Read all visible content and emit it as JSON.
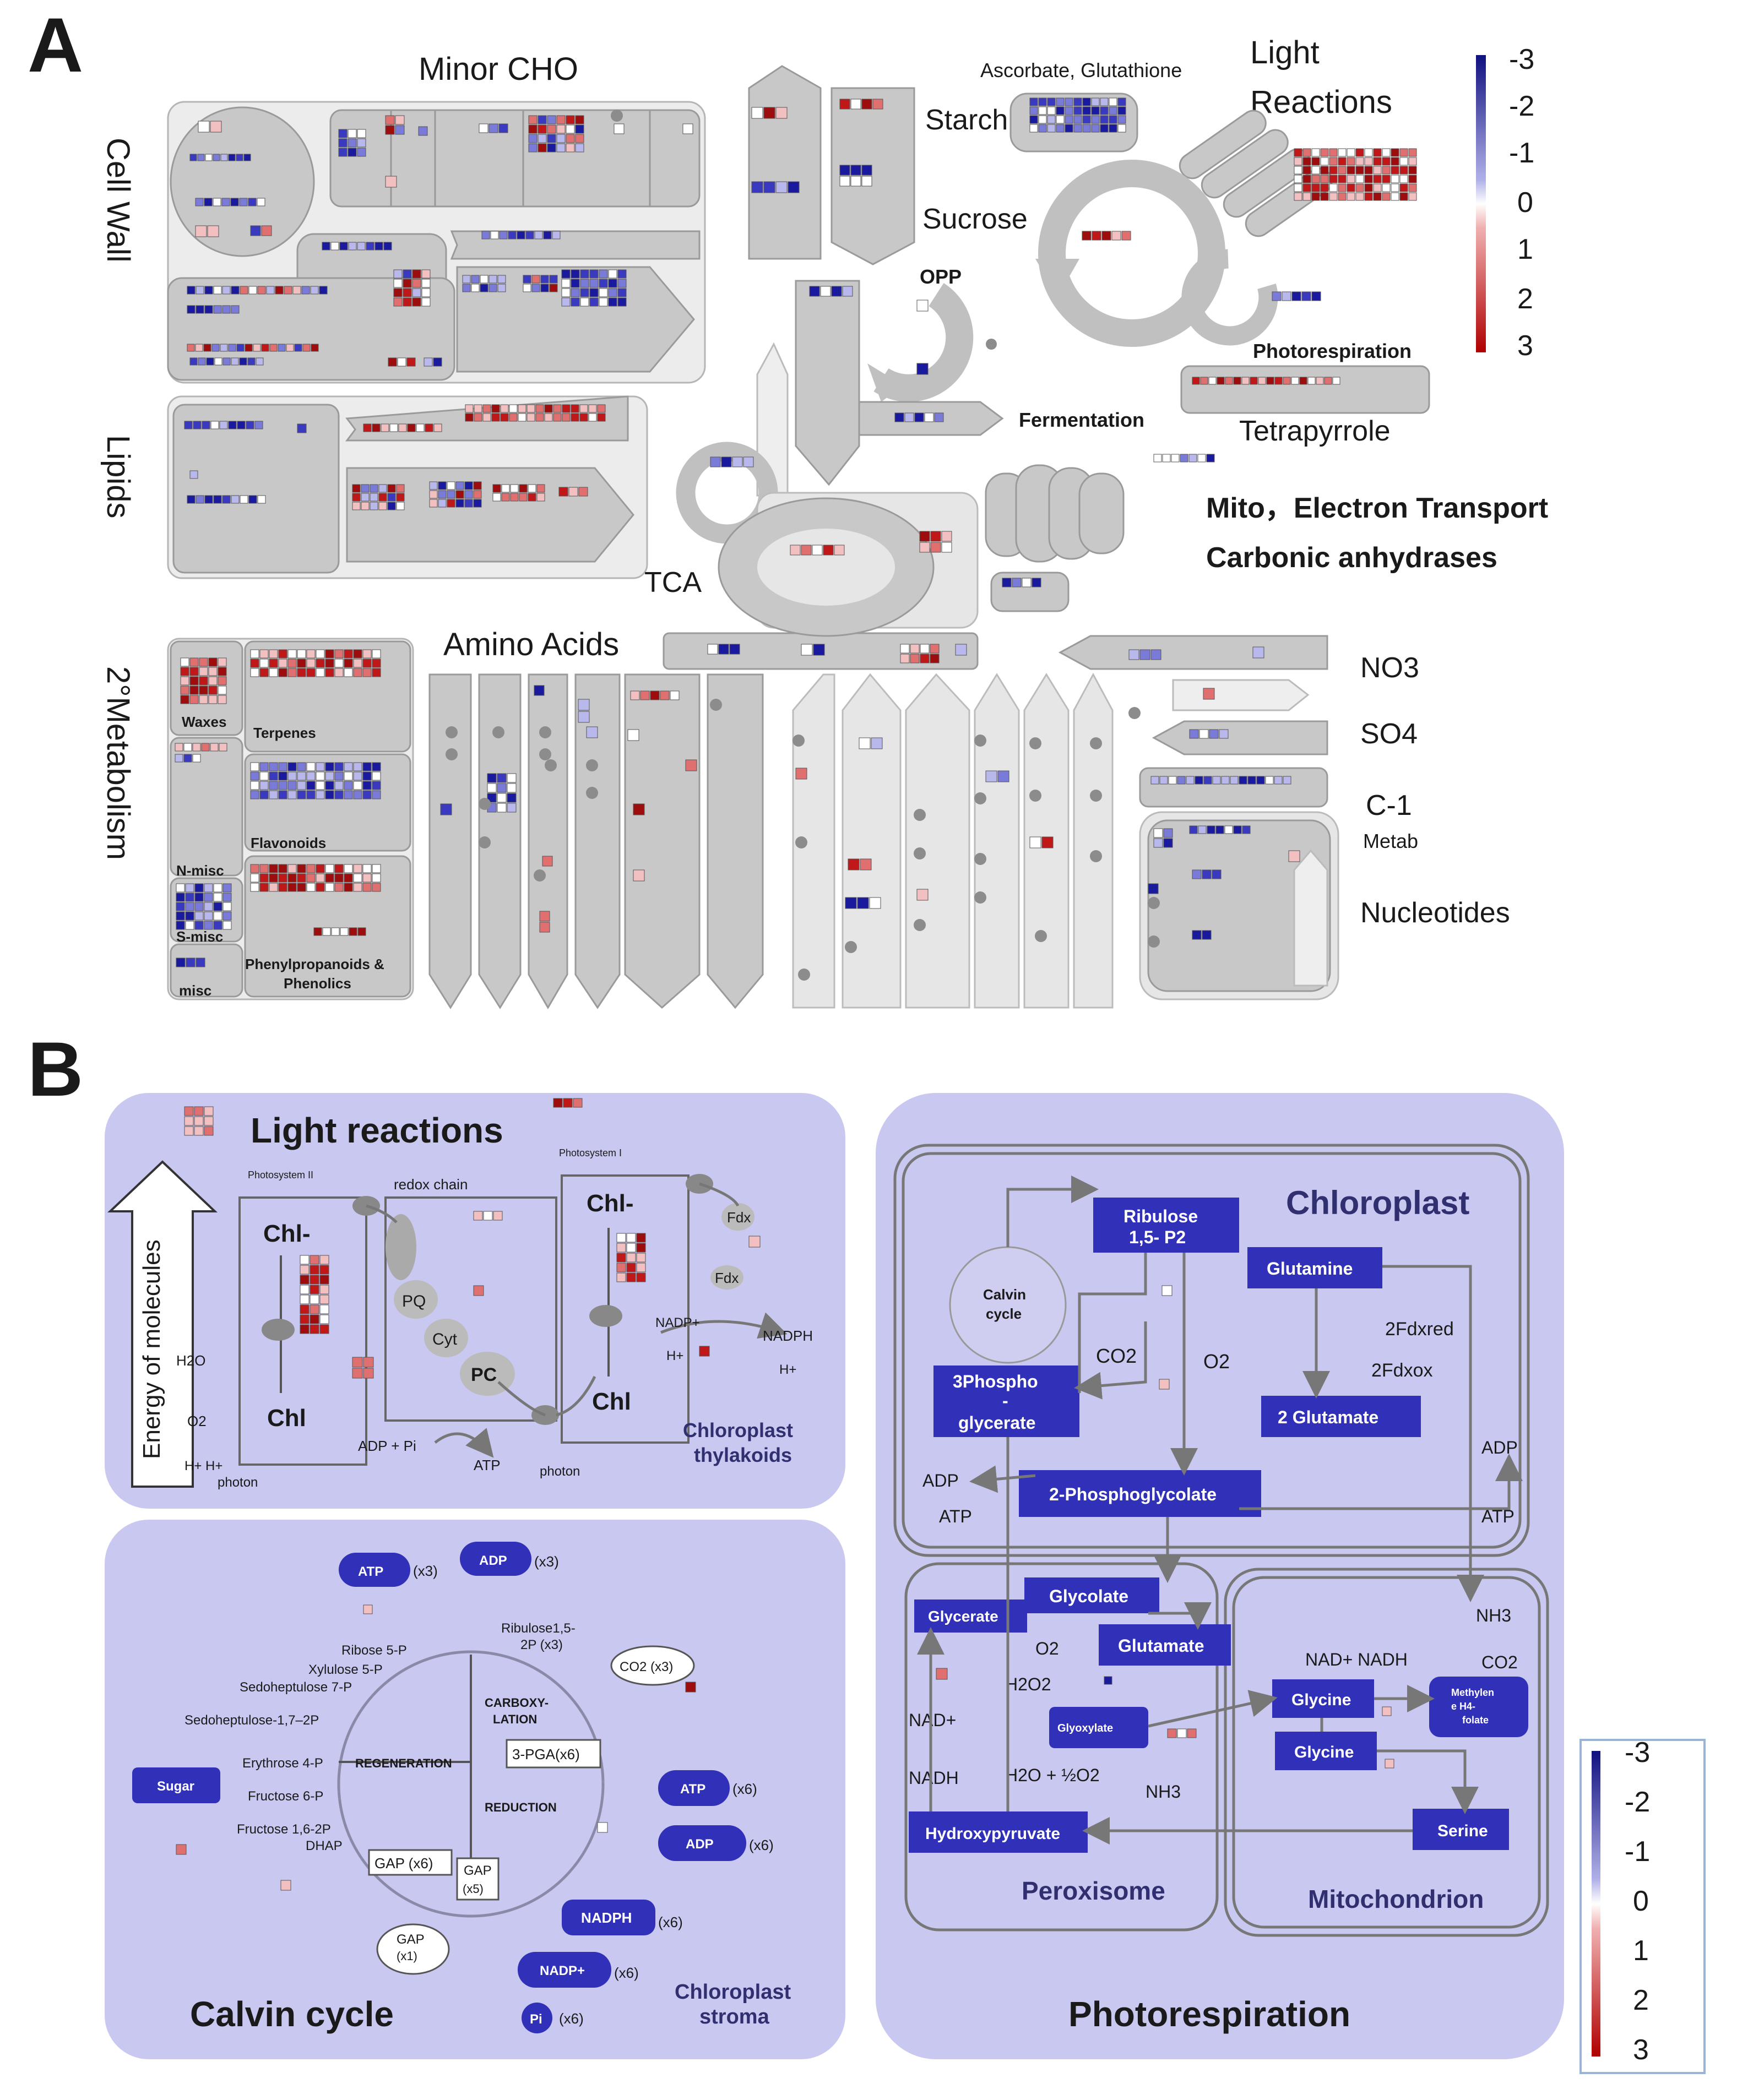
{
  "panels": {
    "a_letter": "A",
    "b_letter": "B"
  },
  "panelA": {
    "labels": {
      "minor_cho": "Minor CHO",
      "cell_wall": "Cell Wall",
      "lipids": "Lipids",
      "secondary_metabolism": "2°Metabolism",
      "amino_acids": "Amino Acids",
      "starch": "Starch",
      "sucrose": "Sucrose",
      "opp": "OPP",
      "ascorbate": "Ascorbate,  Glutathione",
      "light_reactions_1": "Light",
      "light_reactions_2": "Reactions",
      "photorespiration": "Photorespiration",
      "tetrapyrrole": "Tetrapyrrole",
      "fermentation": "Fermentation",
      "mito": "Mito，Electron Transport",
      "carbonic": "Carbonic anhydrases",
      "tca": "TCA",
      "no3": "NO3",
      "so4": "SO4",
      "c1": "C-1",
      "metab": "Metab",
      "nucleotides": "Nucleotides",
      "waxes": "Waxes",
      "terpenes": "Terpenes",
      "n_misc": "N-misc",
      "flavonoids": "Flavonoids",
      "s_misc": "S-misc",
      "misc": "misc",
      "phenyl_1": "Phenylpropanoids &",
      "phenyl_2": "Phenolics"
    },
    "legend_ticks": [
      "-3",
      "-2",
      "-1",
      "0",
      "1",
      "2",
      "3"
    ]
  },
  "panelB": {
    "light": {
      "title": "Light reactions",
      "energy": "Energy of molecules",
      "ps2": "Photosystem II",
      "ps1": "Photosystem I",
      "redox": "redox chain",
      "chl1": "Chl-",
      "chl2": "Chl",
      "chl3": "Chl-",
      "chl4": "Chl",
      "pq": "PQ",
      "cyt": "Cyt",
      "pc": "PC",
      "fdx1": "Fdx",
      "fdx2": "Fdx",
      "h2o": "H2O",
      "o2": "O2",
      "hplus": "H+  H+",
      "photon1": "photon",
      "photon2": "photon",
      "adp": "ADP + Pi",
      "atp": "ATP",
      "nadp": "NADP+",
      "nadph": "NADPH",
      "h1": "H+",
      "h2": "H+",
      "thylakoids_1": "Chloroplast",
      "thylakoids_2": "thylakoids"
    },
    "calvin": {
      "title": "Calvin cycle",
      "atp_top": "ATP",
      "x3a": "(x3)",
      "adp_top": "ADP",
      "x3b": "(x3)",
      "ribose5p": "Ribose 5-P",
      "xylulose": "Xylulose 5-P",
      "sedo7p": "Sedoheptulose 7-P",
      "sedo17": "Sedoheptulose-1,7–2P",
      "erythrose": "Erythrose 4-P",
      "fructose6p": "Fructose 6-P",
      "fructose16": "Fructose 1,6-2P",
      "dhap": "DHAP",
      "sugar": "Sugar",
      "regeneration": "REGENERATION",
      "carboxy_1": "CARBOXY-",
      "carboxy_2": "LATION",
      "reduction": "REDUCTION",
      "ribulose_1": "Ribulose1,5-",
      "ribulose_2": "2P (x3)",
      "co2": "CO2 (x3)",
      "pga": "3-PGA(x6)",
      "gap6": "GAP (x6)",
      "gap_box_1": "GAP",
      "gap_box_2": "(x5)",
      "gap1_1": "GAP",
      "gap1_2": "(x1)",
      "atp_r": "ATP",
      "x6a": "(x6)",
      "adp_r": "ADP",
      "x6b": "(x6)",
      "nadph": "NADPH",
      "x6c": "(x6)",
      "nadp": "NADP+",
      "x6d": "(x6)",
      "pi": "Pi",
      "x6e": "(x6)",
      "stroma_1": "Chloroplast",
      "stroma_2": "stroma"
    },
    "photo": {
      "title": "Photorespiration",
      "chloroplast": "Chloroplast",
      "ribulose_1": "Ribulose",
      "ribulose_2": "1,5- P2",
      "calvin_1": "Calvin",
      "calvin_2": "cycle",
      "glutamine": "Glutamine",
      "fdx_red": "2Fdxred",
      "fdx_ox": "2Fdxox",
      "co2": "CO2",
      "o2": "O2",
      "pga_1": "3Phospho",
      "pga_2": "-",
      "pga_3": "glycerate",
      "glutamate2": "2 Glutamate",
      "adp_l": "ADP",
      "atp_l": "ATP",
      "adp_r": "ADP",
      "atp_r": "ATP",
      "phosphoglycolate": "2-Phosphoglycolate",
      "glycolate": "Glycolate",
      "glycerate": "Glycerate",
      "glutamate": "Glutamate",
      "o2b": "O2",
      "h2o2": "H2O2",
      "glyoxylate": "Glyoxylate",
      "nadplus": "NAD+",
      "nadh": "NADH",
      "h2o_o2": "H2O + ½O2",
      "nh3_1": "NH3",
      "nh3_2": "NH3",
      "hydroxypyruvate": "Hydroxypyruvate",
      "nad_nadh": "NAD+ NADH",
      "co2b": "CO2",
      "glycine1": "Glycine",
      "glycine2": "Glycine",
      "methylene_1": "Methylen",
      "methylene_2": "e H4-",
      "methylene_3": "folate",
      "serine": "Serine",
      "peroxisome": "Peroxisome",
      "mitochondrion": "Mitochondrion"
    },
    "legend_ticks": [
      "-3",
      "-2",
      "-1",
      "0",
      "1",
      "2",
      "3"
    ]
  },
  "colors": {
    "blue": "#1a1a9e",
    "red": "#c01010",
    "panel_bg": "#c9c8f0",
    "node": "#3030b8"
  }
}
